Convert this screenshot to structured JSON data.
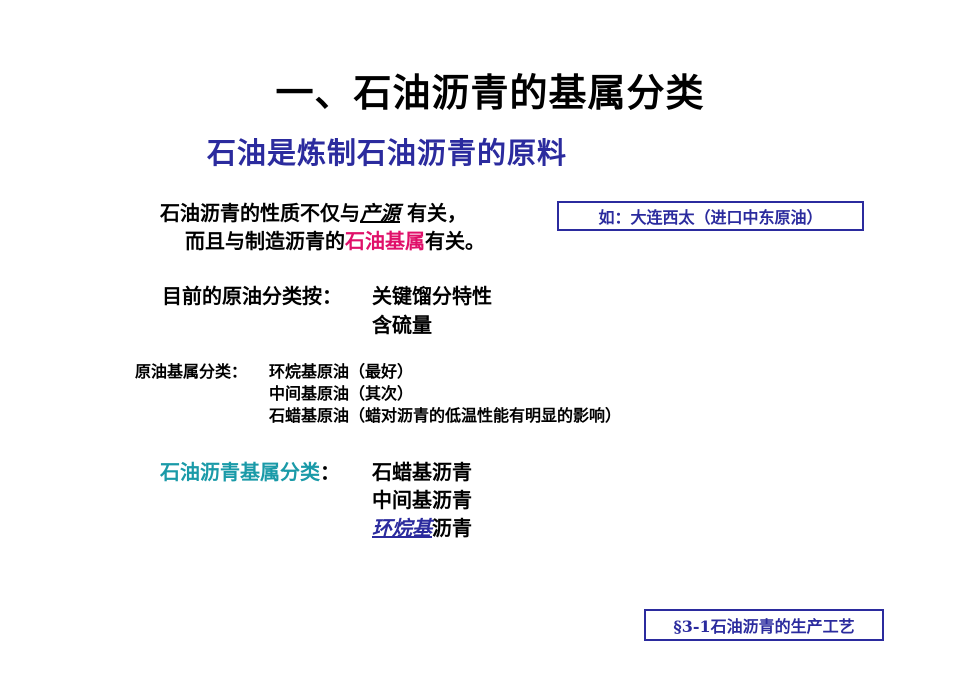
{
  "title": "一、石油沥青的基属分类",
  "subtitle": "石油是炼制石油沥青的原料",
  "para1": {
    "line1_pre": "石油沥青的性质不仅与",
    "line1_em": "产源",
    "line1_post": " 有关，",
    "line2_pre": "而且与制造沥青的",
    "line2_em": "石油基属",
    "line2_post": "有关。"
  },
  "example_box": "如：大连西太（进口中东原油）",
  "classify_basis": {
    "label": "目前的原油分类按：",
    "items": [
      "关键馏分特性",
      "含硫量"
    ]
  },
  "crude_classes": {
    "label": "原油基属分类：",
    "items": [
      "环烷基原油（最好）",
      "中间基原油（其次）",
      "石蜡基原油（蜡对沥青的低温性能有明显的影响）"
    ]
  },
  "asphalt_classes": {
    "label": "石油沥青基属分类",
    "colon": "：",
    "item1": "石蜡基沥青",
    "item2": "中间基沥青",
    "item3_em": "环烷基",
    "item3_rest": "沥青"
  },
  "footer": "§3-1石油沥青的生产工艺",
  "colors": {
    "title_blue": "#2b2b9e",
    "highlight_pink": "#e0106a",
    "highlight_teal": "#1a9aa8"
  }
}
